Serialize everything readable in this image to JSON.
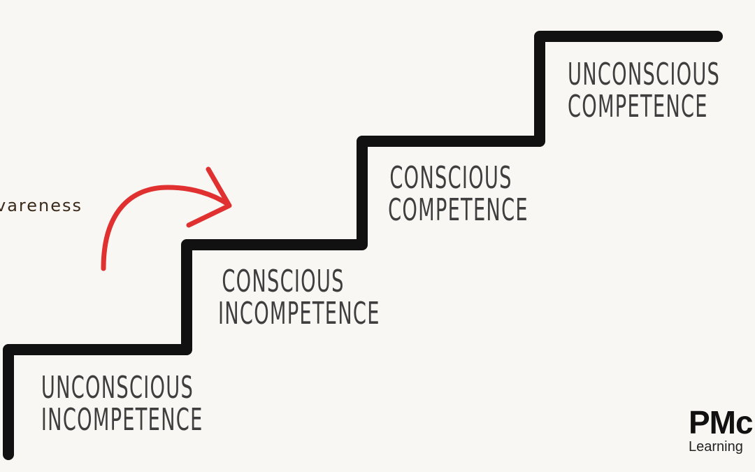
{
  "colors": {
    "background": "#f8f7f3",
    "staircase": "#111111",
    "arrow": "#e03030",
    "label_text": "#3e3e3e",
    "awareness_text": "#3a2a1a"
  },
  "awareness": {
    "label": "vareness",
    "arrow_icon": "curved-arrow-icon"
  },
  "steps": [
    {
      "line1": "UNCONSCIOUS",
      "line2": "INCOMPETENCE"
    },
    {
      "line1": "CONSCIOUS",
      "line2": "INCOMPETENCE"
    },
    {
      "line1": "CONSCIOUS",
      "line2": "COMPETENCE"
    },
    {
      "line1": "UNCONSCIOUS",
      "line2": "COMPETENCE"
    }
  ],
  "brand": {
    "mark": "PMc",
    "subtitle": "Learning"
  }
}
